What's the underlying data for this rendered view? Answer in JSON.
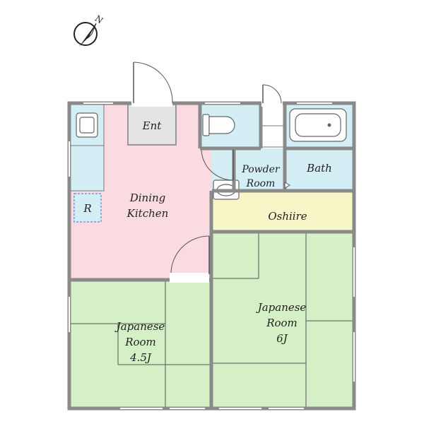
{
  "compass": {
    "label": "N",
    "icon": "north-arrow-icon"
  },
  "rooms": {
    "entrance": "Ent",
    "dining_kitchen": [
      "Dining",
      "Kitchen"
    ],
    "refrigerator": "R",
    "powder_room": [
      "Powder",
      "Room"
    ],
    "bath": "Bath",
    "oshiire": "Oshiire",
    "japanese_small": [
      "Japanese",
      "Room",
      "4.5J"
    ],
    "japanese_large": [
      "Japanese",
      "Room",
      "6J"
    ]
  },
  "colors": {
    "kitchen": "#fbdbe2",
    "wet_area": "#d4eef6",
    "tatami": "#d5efc6",
    "oshiire": "#f7f6c6",
    "entrance": "#e4e4e4",
    "wall": "#8a8a8a"
  }
}
